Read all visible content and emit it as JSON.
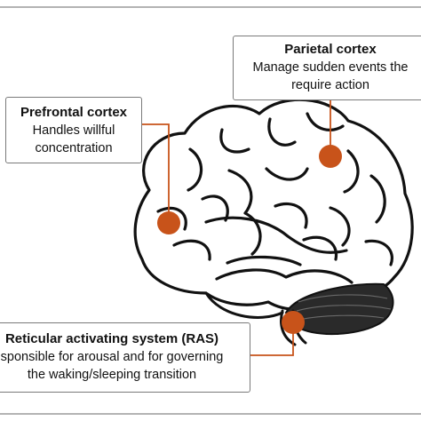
{
  "regions": [
    {
      "id": "parietal",
      "title": "Parietal cortex",
      "desc_lines": [
        "Manage sudden events the",
        "require action"
      ]
    },
    {
      "id": "prefrontal",
      "title": "Prefrontal cortex",
      "desc_lines": [
        "Handles willful",
        "concentration"
      ]
    },
    {
      "id": "ras",
      "title": "Reticular activating system (RAS)",
      "desc_lines": [
        "sponsible for arousal and for governing",
        "the waking/sleeping transition"
      ]
    }
  ],
  "colors": {
    "marker": "#c8531a",
    "leader": "#c8531a",
    "brain_outline": "#111111",
    "box_border": "#7a7a7a"
  }
}
